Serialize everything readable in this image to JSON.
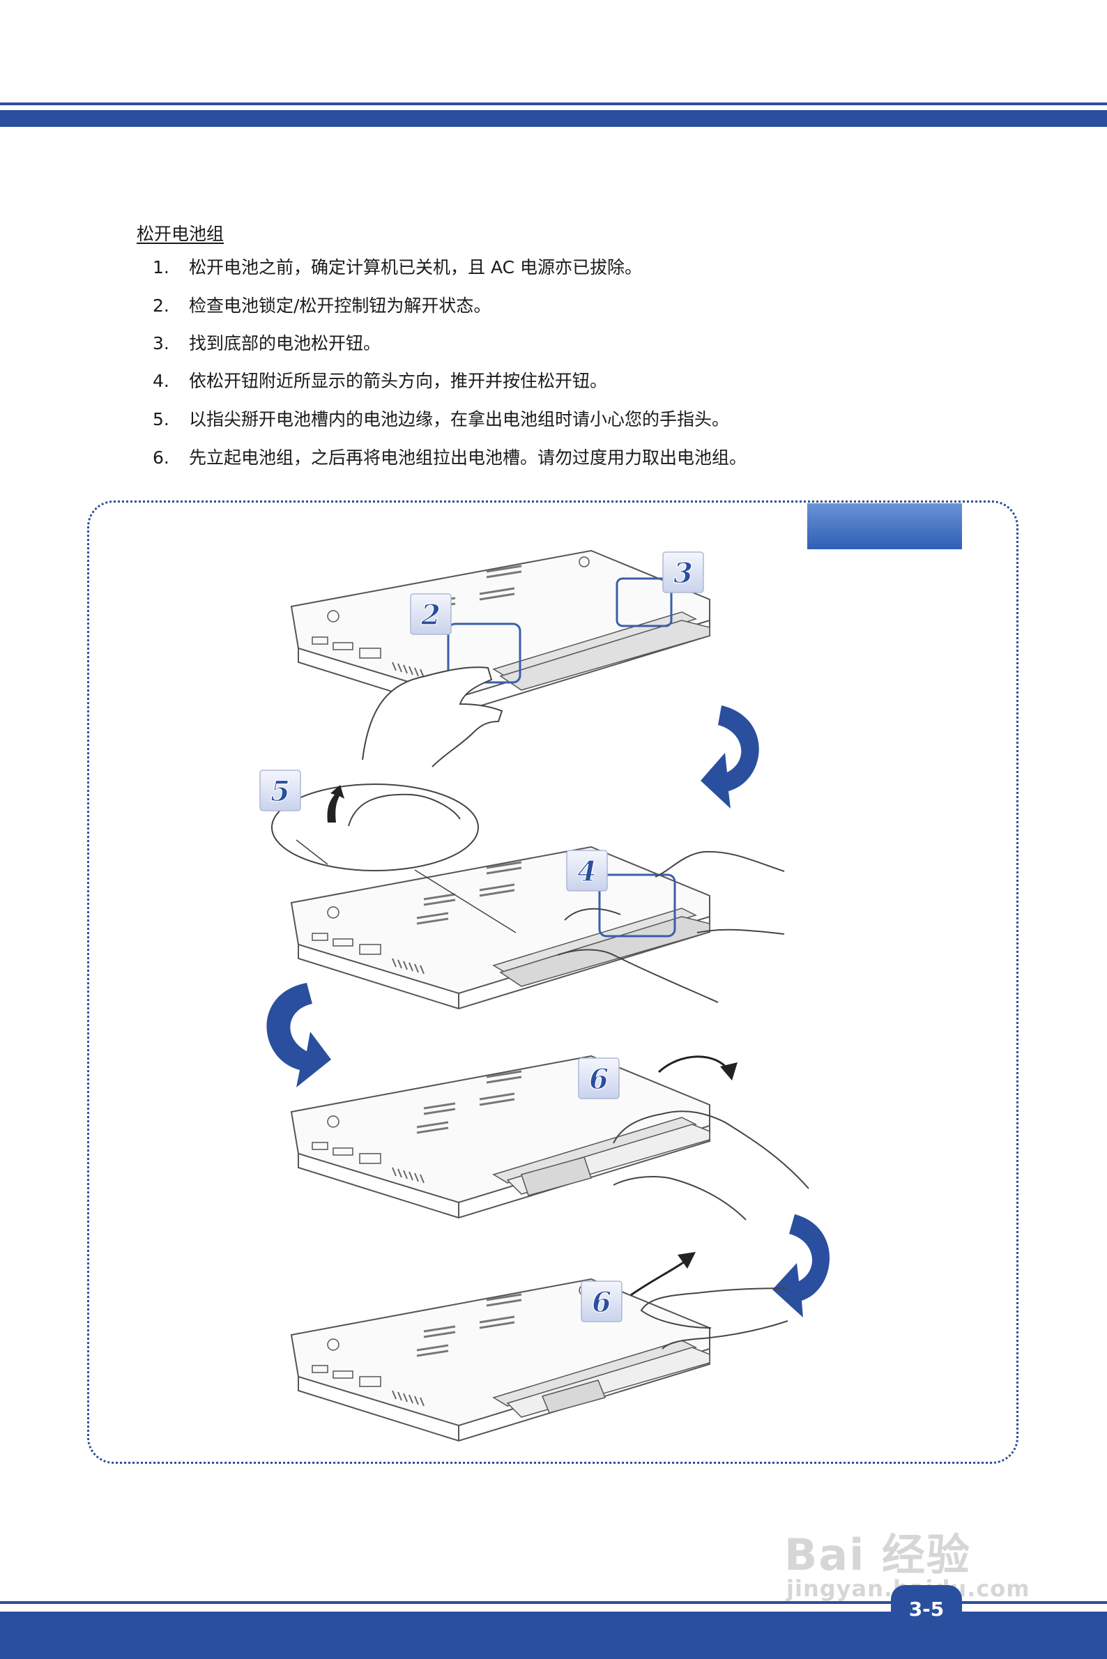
{
  "section_title": "松开电池组",
  "steps": [
    {
      "num": "1.",
      "text": "松开电池之前，确定计算机已关机，且 AC 电源亦已拔除。"
    },
    {
      "num": "2.",
      "text": "检查电池锁定/松开控制钮为解开状态。"
    },
    {
      "num": "3.",
      "text": "找到底部的电池松开钮。"
    },
    {
      "num": "4.",
      "text": "依松开钮附近所显示的箭头方向，推开并按住松开钮。"
    },
    {
      "num": "5.",
      "text": "以指尖掰开电池槽内的电池边缘，在拿出电池组时请小心您的手指头。"
    },
    {
      "num": "6.",
      "text": "先立起电池组，之后再将电池组拉出电池槽。请勿过度用力取出电池组。"
    }
  ],
  "figure_badges": [
    "2",
    "3",
    "5",
    "4",
    "6",
    "6"
  ],
  "page_number": "3-5",
  "watermark": {
    "brand": "Bai 经验",
    "url": "jingyan.baidu.com"
  },
  "colors": {
    "accent": "#2a4f9e",
    "badge_fill": "#e6ebf7",
    "callout_box": "#3a5ea8"
  }
}
